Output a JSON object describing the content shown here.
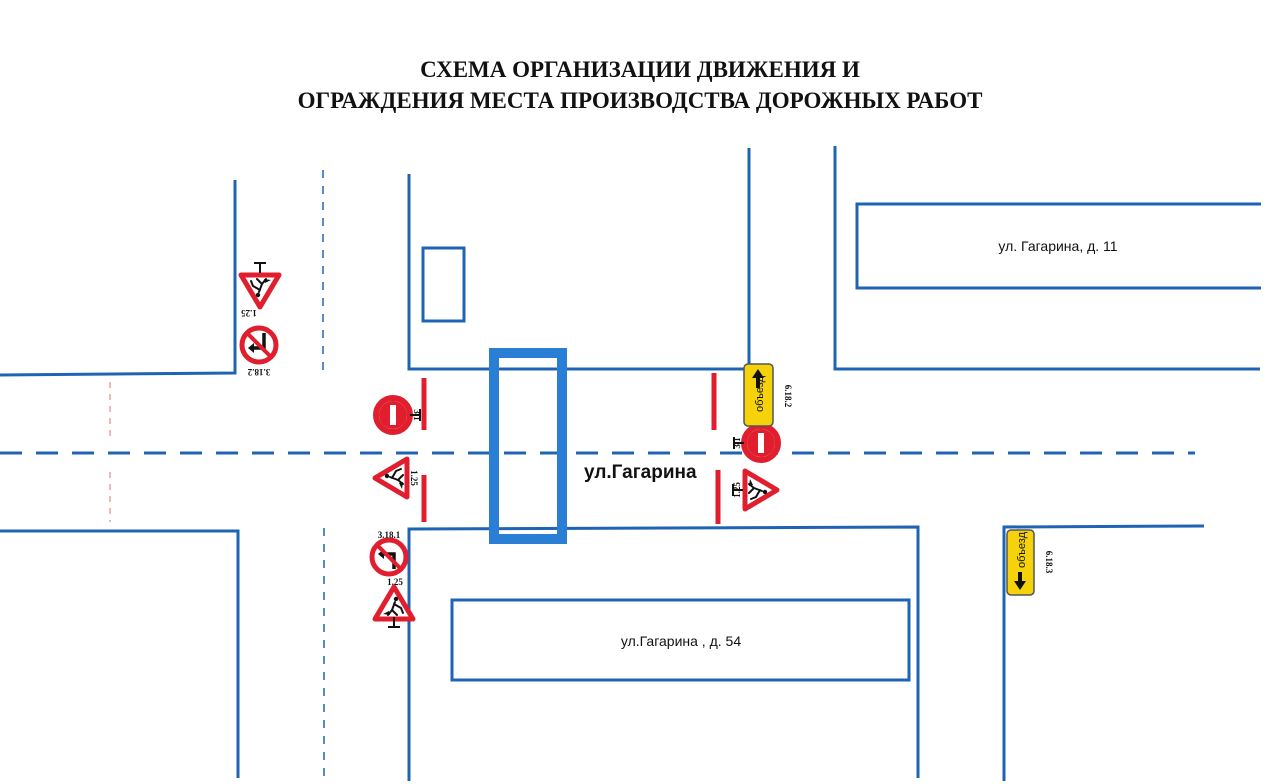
{
  "title": {
    "line1": "СХЕМА ОРГАНИЗАЦИИ ДВИЖЕНИЯ И",
    "line2": "ОГРАЖДЕНИЯ МЕСТА ПРОИЗВОДСТВА ДОРОЖНЫХ РАБОТ"
  },
  "street_label": "ул.Гагарина",
  "buildings": {
    "b11": "ул. Гагарина, д. 11",
    "b54": "ул.Гагарина , д. 54"
  },
  "sign_codes": {
    "c125_top": "1.25",
    "c3182_top": "3.18.2",
    "c31_left": "3.1",
    "c125_left": "1.25",
    "c3181": "3.18.1",
    "c125_low": "1.25",
    "c6182": "6.18.2",
    "c31_right": "3.1",
    "c125_right": "1.25",
    "c6183": "6.18.3"
  },
  "detour_text": "объезд",
  "colors": {
    "line_blue": "#1f64b4",
    "work_zone_blue": "#2a7fd4",
    "barrier_red": "#e01e2e",
    "sign_red": "#e01e2e",
    "sign_yellow": "#f5d20a"
  }
}
